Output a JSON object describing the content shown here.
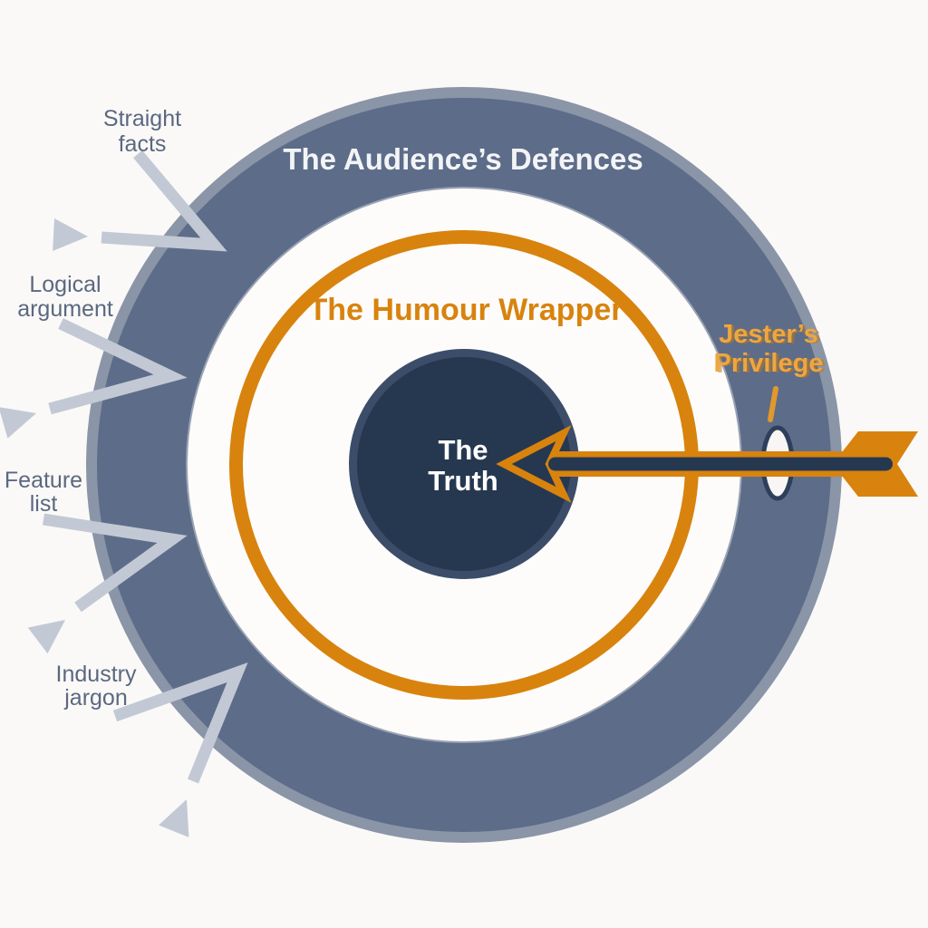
{
  "colors": {
    "background": "#faf9f7",
    "defence_ring": "#5d6c89",
    "defence_rim": "#8b95a8",
    "white_gap": "#fdfcfb",
    "humour_orange": "#d8830e",
    "truth_navy": "#263850",
    "truth_rim": "#3b4d68",
    "deflect_arrow_gray": "#c2c9d4",
    "label_text": "#5b6880",
    "jester_label_orange": "#efa63e",
    "outer_title_text": "#f3f4f6"
  },
  "rings": {
    "outer_label": "The Audience’s Defences",
    "middle_label": "The Humour Wrapper",
    "core_line1": "The",
    "core_line2": "Truth"
  },
  "arrow": {
    "label_line1": "Jester’s",
    "label_line2": "Privilege"
  },
  "deflected_labels": [
    {
      "line1": "Straight",
      "line2": "facts"
    },
    {
      "line1": "Logical",
      "line2": "argument"
    },
    {
      "line1": "Feature",
      "line2": "list"
    },
    {
      "line1": "Industry",
      "line2": "jargon"
    }
  ]
}
